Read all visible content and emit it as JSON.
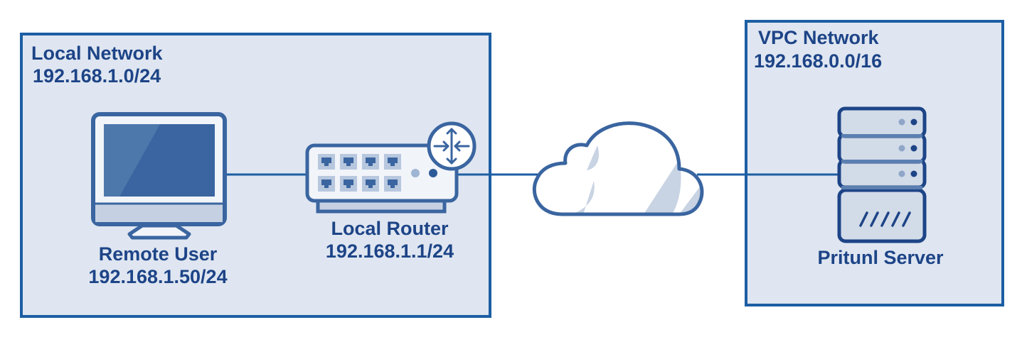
{
  "zones": {
    "local": {
      "title": "Local Network",
      "subnet": "192.168.1.0/24"
    },
    "vpc": {
      "title": "VPC Network",
      "subnet": "192.168.0.0/16"
    }
  },
  "nodes": {
    "remote_user": {
      "name": "Remote User",
      "ip": "192.168.1.50/24",
      "icon": "monitor-icon"
    },
    "local_router": {
      "name": "Local Router",
      "ip": "192.168.1.1/24",
      "icon": "router-icon"
    },
    "internet": {
      "icon": "cloud-icon"
    },
    "pritunl_server": {
      "name": "Pritunl Server",
      "icon": "server-icon"
    }
  },
  "colors": {
    "zone_fill": "#dfe6f1",
    "zone_border": "#1c5ea3",
    "icon_stroke": "#3a65a0",
    "text": "#1d4487",
    "link": "#1c5ea3"
  }
}
